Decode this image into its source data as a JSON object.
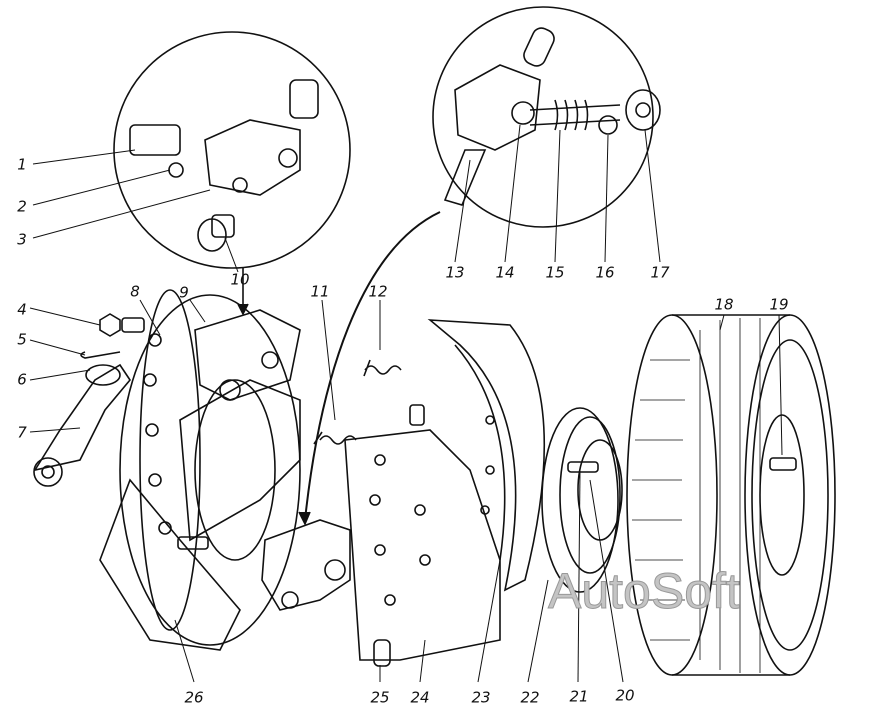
{
  "diagram": {
    "labels": [
      "1",
      "2",
      "3",
      "4",
      "5",
      "6",
      "7",
      "8",
      "9",
      "10",
      "11",
      "12",
      "13",
      "14",
      "15",
      "16",
      "17",
      "18",
      "19",
      "20",
      "21",
      "22",
      "23",
      "24",
      "25",
      "26"
    ],
    "watermark": "AutoSoft"
  }
}
